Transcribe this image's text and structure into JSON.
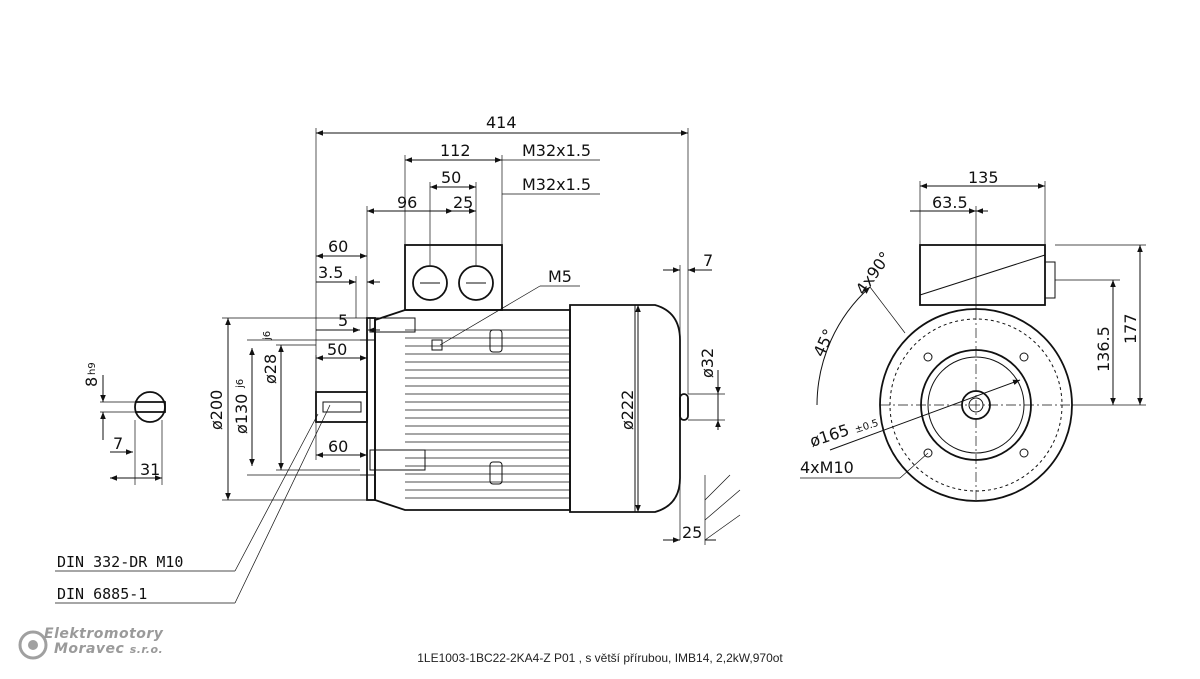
{
  "caption": "1LE1003-1BC22-2KA4-Z P01 , s větší přírubou, IMB14, 2,2kW,970ot",
  "logo": {
    "line1": "Elektromotory",
    "line2": "Moravec",
    "line2_suffix": "s.r.o."
  },
  "dims": {
    "overall_length": "414",
    "terminal_box_width": "112",
    "terminal_centers": "50",
    "terminal_offset": "25",
    "gland_1": "M32x1.5",
    "gland_2": "M32x1.5",
    "box_from_flange": "96",
    "shaft_length_60_top": "60",
    "spigot_depth": "3.5",
    "earth_thread": "M5",
    "rear_shaft_offset": "7",
    "key_step": "5",
    "keyway_length": "50",
    "shaft_dia": "ø28",
    "shaft_tol": "j6",
    "spigot_dia": "ø130",
    "spigot_tol": "j6",
    "flange_dia": "ø200",
    "shaft_length_60_bottom": "60",
    "body_dia": "ø222",
    "rear_shaft_dia": "ø32",
    "rear_length": "25",
    "key_width": "8",
    "key_tol": "h9",
    "key_height_7": "7",
    "key_depth_31": "31",
    "din_1": "DIN 332-DR M10",
    "din_2": "DIN 6885-1",
    "end_box_width": "135",
    "end_box_offset": "63.5",
    "end_height_177": "177",
    "end_height_136": "136.5",
    "angle_4x90": "4x90°",
    "angle_45": "45°",
    "pcd": "ø165",
    "pcd_tol": "±0.5",
    "holes": "4xM10"
  }
}
